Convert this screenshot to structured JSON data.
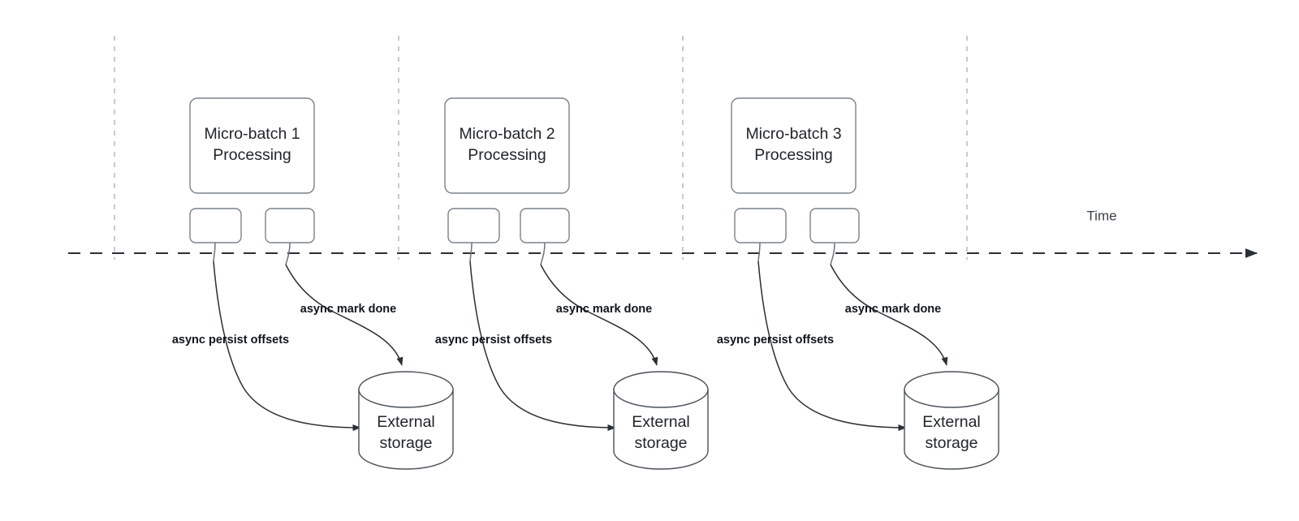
{
  "diagram": {
    "title_text": "",
    "timeline": {
      "label": "Time",
      "style": "dashed-arrow"
    },
    "colors": {
      "box_stroke": "#7a828c",
      "cylinder_stroke": "#4a5159",
      "guide_stroke": "#b9bcc2",
      "timeline_stroke": "#2b2f36",
      "connector_stroke": "#2b2f36",
      "text": "#21252b",
      "edge_label_text": "#11151a",
      "background": "#ffffff"
    },
    "groups": [
      {
        "id": "group-1",
        "process_label_line1": "Micro-batch 1",
        "process_label_line2": "Processing",
        "task_boxes": [
          "",
          ""
        ],
        "edge_label_persist": "async persist offsets",
        "edge_label_mark": "async mark done",
        "storage_label_line1": "External",
        "storage_label_line2": "storage"
      },
      {
        "id": "group-2",
        "process_label_line1": "Micro-batch 2",
        "process_label_line2": "Processing",
        "task_boxes": [
          "",
          ""
        ],
        "edge_label_persist": "async persist offsets",
        "edge_label_mark": "async mark done",
        "storage_label_line1": "External",
        "storage_label_line2": "storage"
      },
      {
        "id": "group-3",
        "process_label_line1": "Micro-batch 3",
        "process_label_line2": "Processing",
        "task_boxes": [
          "",
          ""
        ],
        "edge_label_persist": "async persist offsets",
        "edge_label_mark": "async mark done",
        "storage_label_line1": "External",
        "storage_label_line2": "storage"
      }
    ]
  }
}
